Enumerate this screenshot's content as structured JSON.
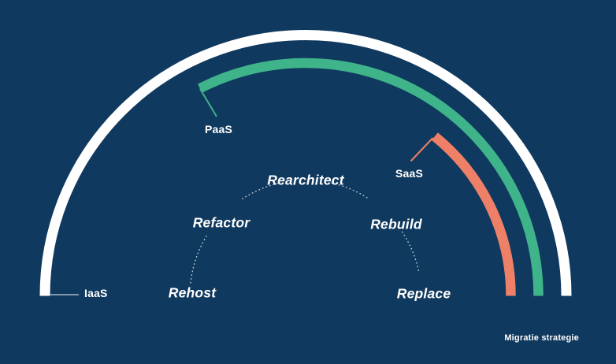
{
  "diagram": {
    "caption": "Migratie strategie"
  },
  "colors": {
    "background": "#0F395E",
    "iaas_arc": "#FFFFFF",
    "paas_arc": "#3FB389",
    "saas_arc": "#EE8067",
    "text": "#FFFFFF",
    "dotted_arc": "#C9D3DC",
    "iaas_leader": "#A9B7C5"
  },
  "service_layers": {
    "iaas": {
      "label": "IaaS"
    },
    "paas": {
      "label": "PaaS"
    },
    "saas": {
      "label": "SaaS"
    }
  },
  "strategies": {
    "rehost": {
      "label": "Rehost"
    },
    "refactor": {
      "label": "Refactor"
    },
    "rearchitect": {
      "label": "Rearchitect"
    },
    "rebuild": {
      "label": "Rebuild"
    },
    "replace": {
      "label": "Replace"
    }
  }
}
